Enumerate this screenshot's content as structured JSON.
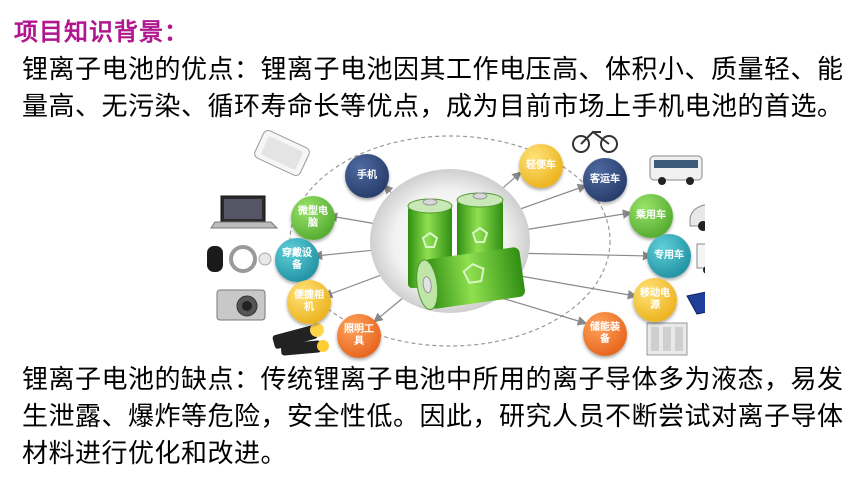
{
  "heading": "项目知识背景：",
  "advantages": "锂离子电池的优点：锂离子电池因其工作电压高、体积小、质量轻、能量高、无污染、循环寿命长等优点，成为目前市场上手机电池的首选。",
  "disadvantages": "锂离子电池的缺点：传统锂离子电池中所用的离子导体多为液态，易发生泄露、爆炸等危险，安全性低。因此，研究人员不断尝试对离子导体材料进行优化和改进。",
  "diagram": {
    "nodes": {
      "phone": "手机",
      "laptop": "微型电脑",
      "wearable": "穿戴设备",
      "camera": "便捷相机",
      "flashlight": "照明工具",
      "ebike": "轻便车",
      "bus": "客运车",
      "car": "乘用车",
      "truck": "专用车",
      "power": "移动电源",
      "storage": "储能装备"
    },
    "colors": {
      "heading": "#b0178f",
      "battery_green": "#5cc22a",
      "arc": "#9a9a9a"
    }
  }
}
